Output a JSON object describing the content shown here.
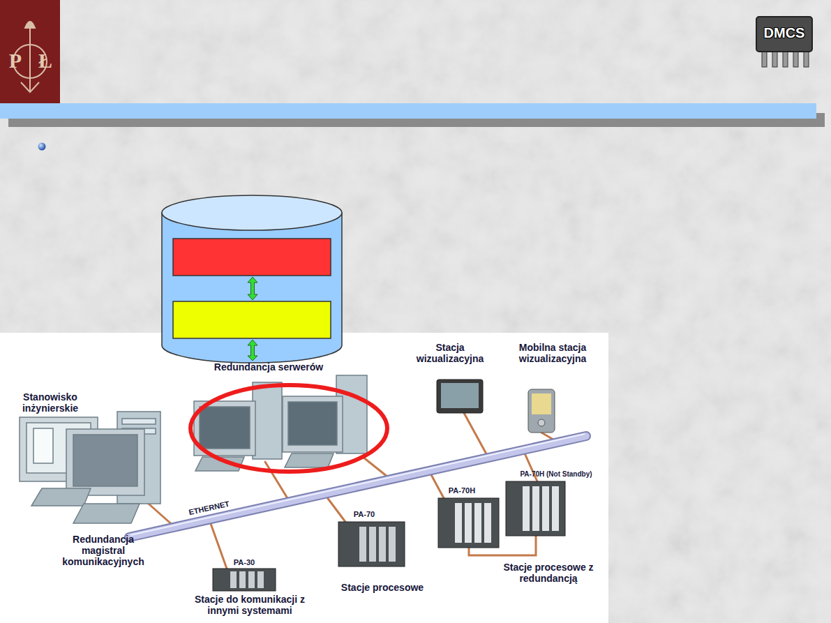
{
  "diagram": {
    "labels": [
      "P",
      "Ł",
      "DMCS",
      "Redundancja serwerów",
      "Stacja wizualizacyjna",
      "Mobilna stacja wizualizacyjna",
      "Stanowisko inżynierskie",
      "PA-70H (Not Standby)",
      "ETHERNET",
      "PA-70H",
      "PA-70",
      "Redundancja magistral komunikacyjnych",
      "PA-30",
      "Stacje procesowe z redundancją",
      "Stacje procesowe",
      "Stacje do komunikacji z innymi systemami"
    ]
  }
}
